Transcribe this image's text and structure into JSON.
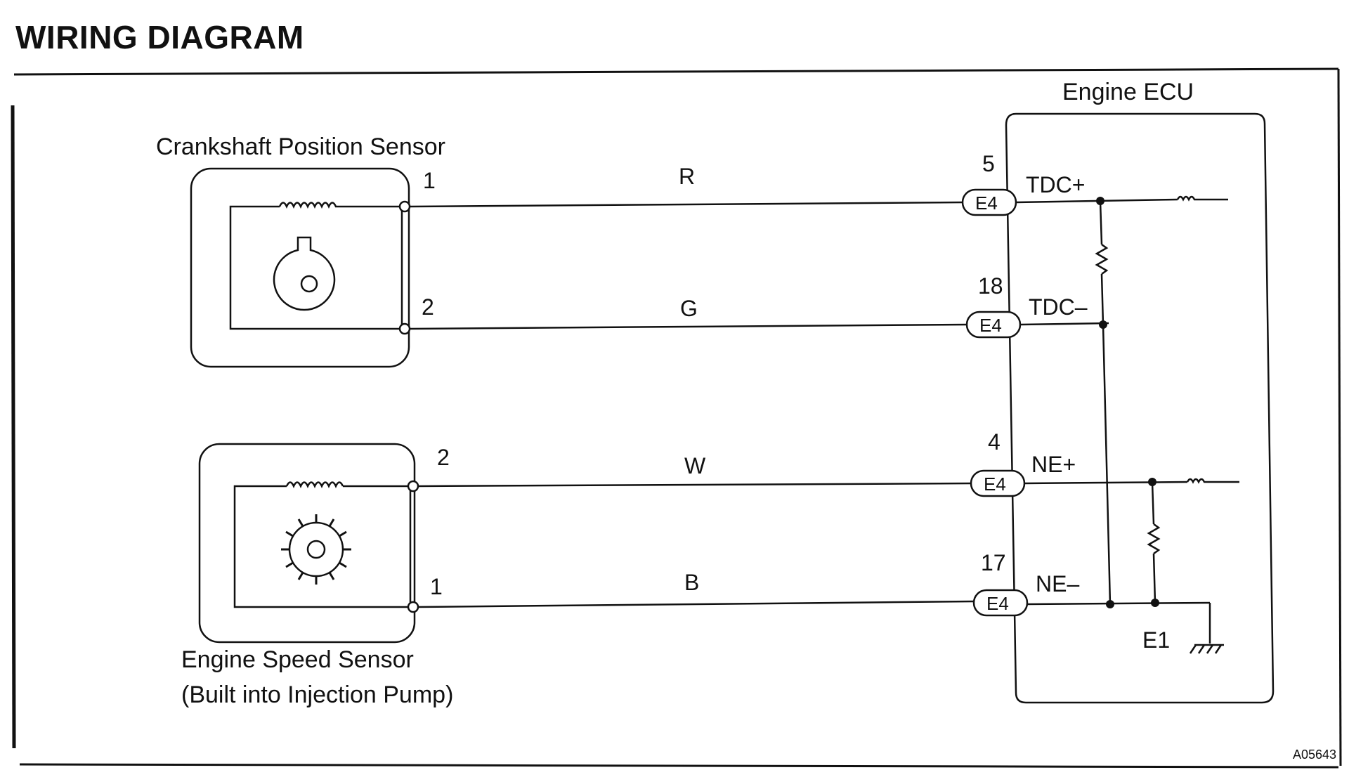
{
  "title": "WIRING DIAGRAM",
  "ecu": {
    "label": "Engine ECU",
    "terminals": [
      {
        "pin": "5",
        "signal": "TDC+",
        "connector": "E4"
      },
      {
        "pin": "18",
        "signal": "TDC–",
        "connector": "E4"
      },
      {
        "pin": "4",
        "signal": "NE+",
        "connector": "E4"
      },
      {
        "pin": "17",
        "signal": "NE–",
        "connector": "E4"
      }
    ],
    "ground_label": "E1"
  },
  "crankshaft_sensor": {
    "label": "Crankshaft Position Sensor",
    "pins": [
      "1",
      "2"
    ]
  },
  "speed_sensor": {
    "label_line1": "Engine Speed Sensor",
    "label_line2": "(Built into Injection Pump)",
    "pins": [
      "2",
      "1"
    ]
  },
  "wires": [
    "R",
    "G",
    "W",
    "B"
  ],
  "figure_code": "A05643",
  "colors": {
    "ink": "#111111",
    "paper": "#ffffff"
  }
}
